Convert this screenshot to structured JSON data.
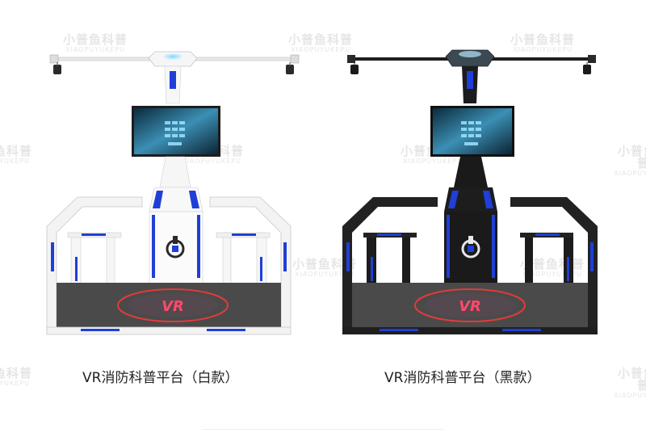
{
  "watermark": {
    "brand_cn": "小普鱼科普",
    "brand_en": "XIAOPUYUKEPU"
  },
  "screen_text": "VR",
  "products": [
    {
      "caption": "VR消防科普平台（白款）",
      "variant": "white",
      "frame_color": "#f4f4f4",
      "accent_color": "#1f3fd6"
    },
    {
      "caption": "VR消防科普平台（黑款）",
      "variant": "black",
      "frame_color": "#222222",
      "accent_color": "#1f3fd6"
    }
  ]
}
